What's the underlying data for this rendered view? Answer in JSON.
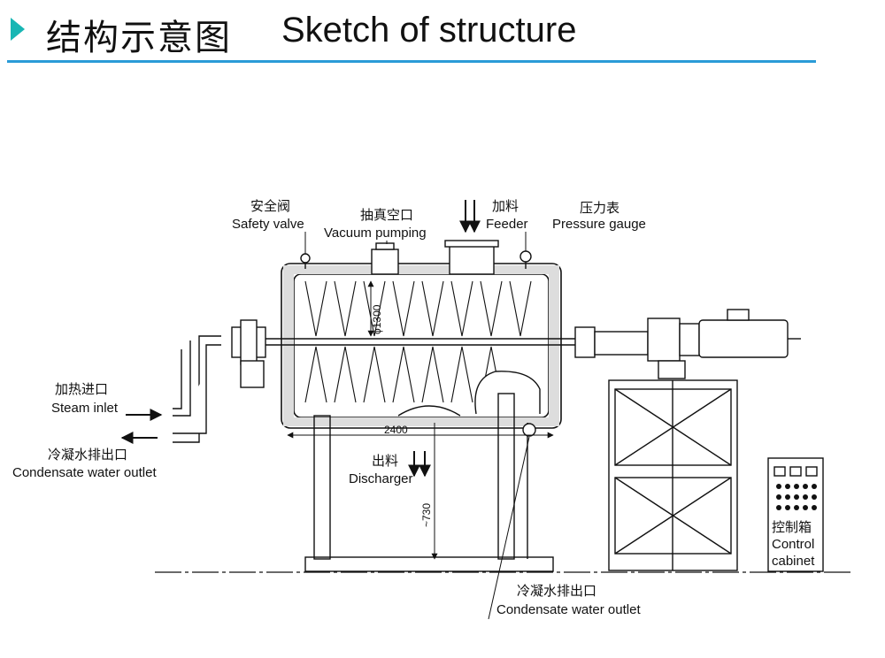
{
  "header": {
    "title_cn": "结构示意图",
    "title_en": "Sketch of structure",
    "accent_color": "#18b6b4",
    "rule_color": "#2a9bd7"
  },
  "labels": {
    "safety_valve_cn": "安全阀",
    "safety_valve_en": "Safety valve",
    "vacuum_cn": "抽真空口",
    "vacuum_en": "Vacuum pumping",
    "feeder_cn": "加料",
    "feeder_en": "Feeder",
    "pressure_cn": "压力表",
    "pressure_en": "Pressure gauge",
    "steam_cn": "加热进口",
    "steam_en": "Steam inlet",
    "condensate_left_cn": "冷凝水排出口",
    "condensate_left_en": "Condensate water outlet",
    "discharger_cn": "出料",
    "discharger_en": "Discharger",
    "condensate_bottom_cn": "冷凝水排出口",
    "condensate_bottom_en": "Condensate water outlet",
    "control_cn": "控制箱",
    "control_en_1": "Control",
    "control_en_2": "cabinet"
  },
  "dimensions": {
    "diameter": "ϕ1300",
    "length": "2400",
    "height": "~730"
  },
  "icons": [
    "chevron-right-icon"
  ]
}
